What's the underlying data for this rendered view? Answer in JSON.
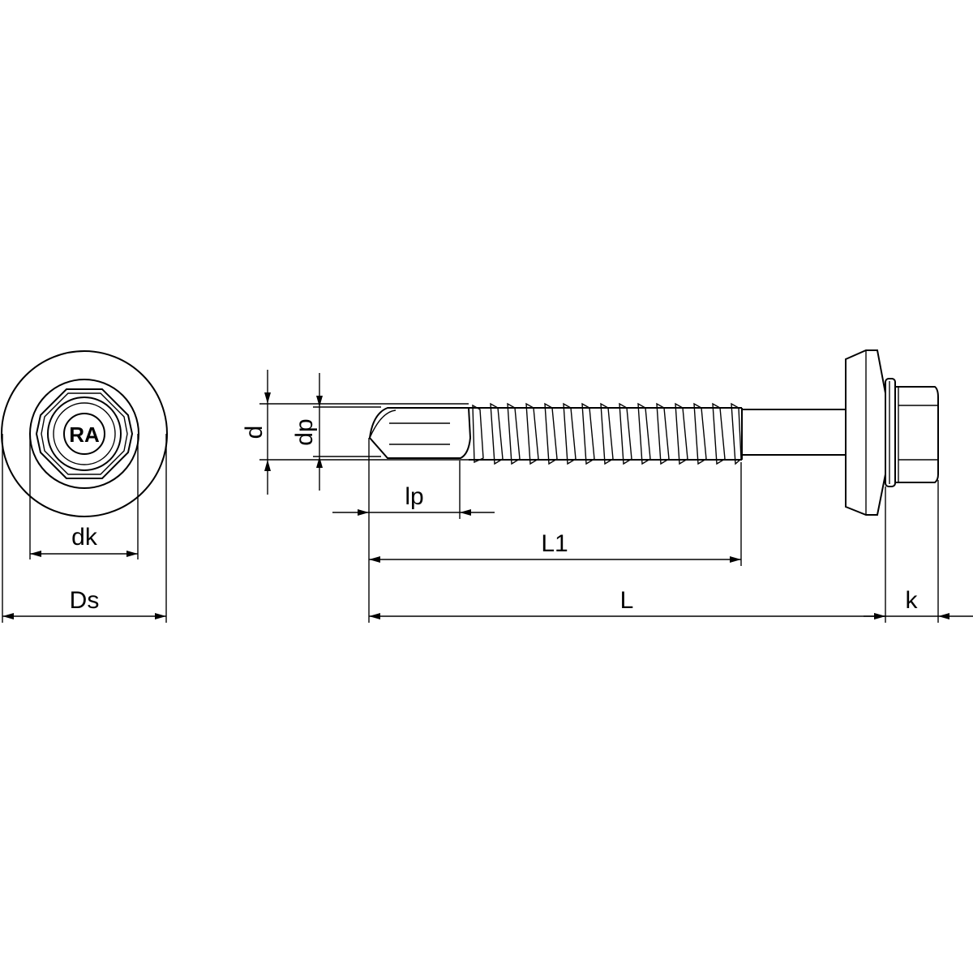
{
  "drawing": {
    "subject": "Self-drilling screw with sealing washer and hex head",
    "head_logo": "RA",
    "dimensions": {
      "d": "d",
      "dp": "dp",
      "lp": "lp",
      "L1": "L1",
      "L": "L",
      "k": "k",
      "dk": "dk",
      "Ds": "Ds"
    },
    "colors": {
      "line": "#000000",
      "background": "#ffffff"
    }
  }
}
